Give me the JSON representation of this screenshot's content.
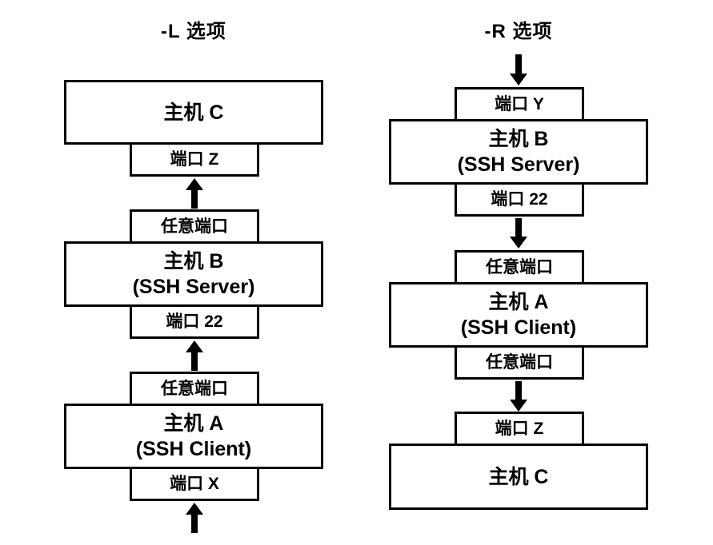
{
  "diagram": {
    "background_color": "#ffffff",
    "line_color": "#000000",
    "text_color": "#000000",
    "left_flow": {
      "title": "-L 选项",
      "host_c": "主机 C",
      "port_z": "端口 Z",
      "any_port_top": "任意端口",
      "host_b": "主机 B",
      "host_b_sub": "(SSH Server)",
      "port_22": "端口 22",
      "any_port_bottom": "任意端口",
      "host_a": "主机 A",
      "host_a_sub": "(SSH Client)",
      "port_x": "端口 X",
      "arrow_direction": "up"
    },
    "right_flow": {
      "title": "-R 选项",
      "port_y": "端口 Y",
      "host_b": "主机 B",
      "host_b_sub": "(SSH Server)",
      "port_22": "端口 22",
      "any_port_top": "任意端口",
      "host_a": "主机 A",
      "host_a_sub": "(SSH Client)",
      "any_port_bottom": "任意端口",
      "port_z": "端口 Z",
      "host_c": "主机 C",
      "arrow_direction": "down"
    }
  }
}
